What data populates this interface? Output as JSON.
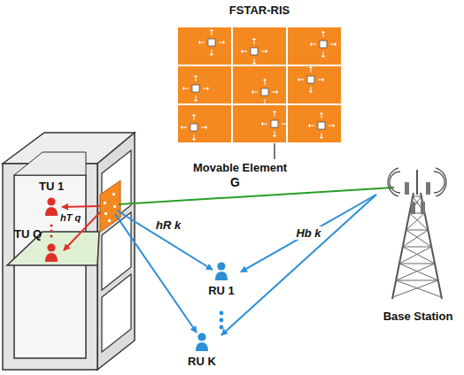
{
  "diagram": {
    "nodes": [
      {
        "text": [
          "FSTAR-RIS"
        ]
      },
      {
        "text": [
          "TU 1"
        ]
      },
      {
        "text": [
          "TU Q"
        ]
      },
      {
        "text": [
          "RU 1"
        ]
      },
      {
        "text": [
          "RU K"
        ]
      },
      {
        "text": [
          "Base Station"
        ]
      }
    ],
    "edges": [
      {
        "from": 5,
        "to": 3,
        "arrow": "to",
        "label": "Hb k"
      },
      {
        "from": 5,
        "to": 4,
        "arrow": "to"
      }
    ],
    "labels": [
      "Movable Element",
      "G",
      "hT q",
      "hR k"
    ]
  }
}
